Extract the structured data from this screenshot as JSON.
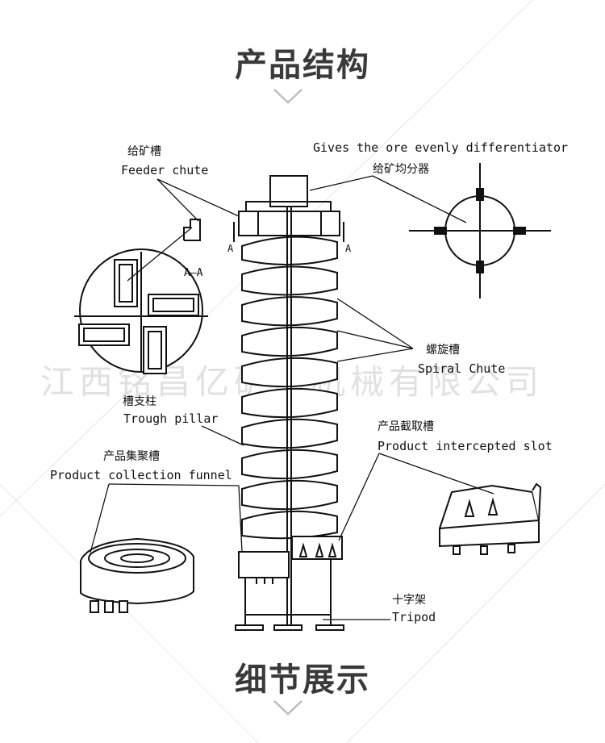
{
  "header": {
    "title": "产品结构"
  },
  "footer": {
    "title": "细节展示"
  },
  "watermark": "江西铭昌亿矿山机械有限公司",
  "diagram": {
    "labels": {
      "feeder_cn": "给矿槽",
      "feeder_en": "Feeder chute",
      "section_aa": "A—A",
      "mark_a": "A",
      "distributor_en": "Gives the ore evenly differentiator",
      "distributor_cn": "给矿均分器",
      "spiral_cn": "螺旋槽",
      "spiral_en": "Spiral Chute",
      "pillar_cn": "槽支柱",
      "pillar_en": "Trough pillar",
      "funnel_cn": "产品集聚槽",
      "funnel_en": "Product collection funnel",
      "slot_cn": "产品截取槽",
      "slot_en": "Product intercepted slot",
      "tripod_cn": "十字架",
      "tripod_en": "Tripod"
    }
  }
}
